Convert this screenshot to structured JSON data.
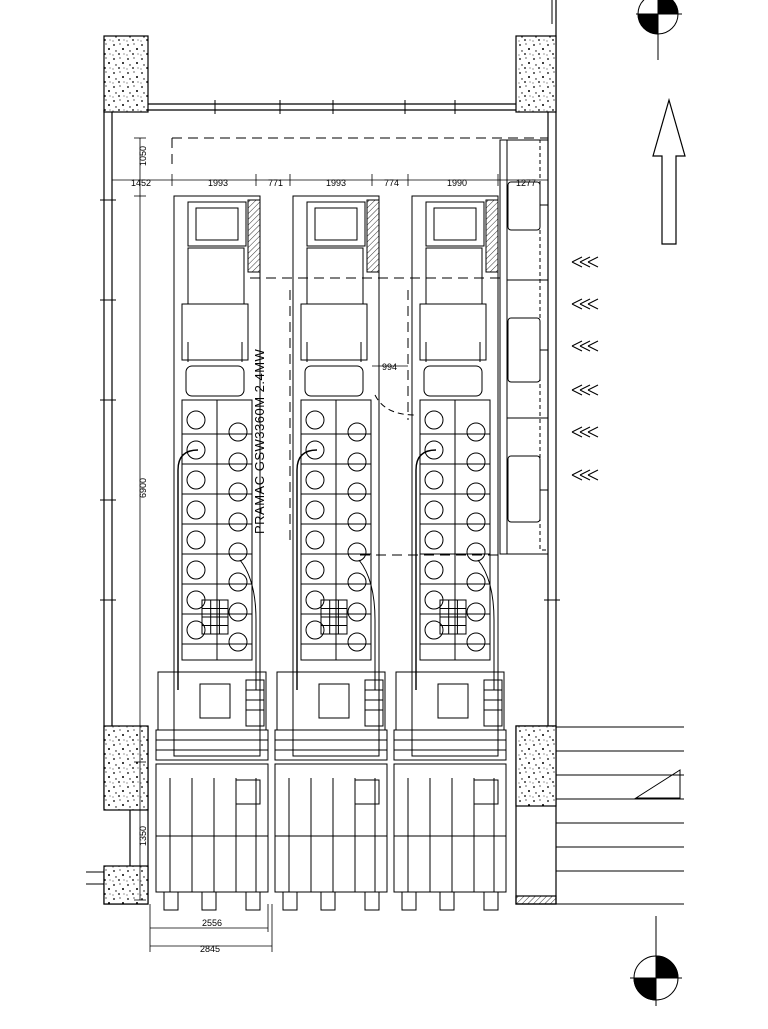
{
  "drawing": {
    "unit_label": "PRAMAC GSW3360M 2.4MW",
    "dimensions": {
      "top_offset": "1050",
      "gap_left": "1452",
      "unit_width_1": "1993",
      "gap_1": "771",
      "unit_width_2": "1993",
      "gap_2": "774",
      "unit_width_3": "1990",
      "gap_right": "1277",
      "room_length": "6900",
      "bottom_offset": "1350",
      "service_gap": "994",
      "module_width": "2556",
      "module_width_total": "2845"
    },
    "symbols": [
      "north-arrow-icon",
      "section-marker-icon",
      "airflow-arrow-icon"
    ],
    "generator_count": 3,
    "airflow_arrow_count": 6
  }
}
